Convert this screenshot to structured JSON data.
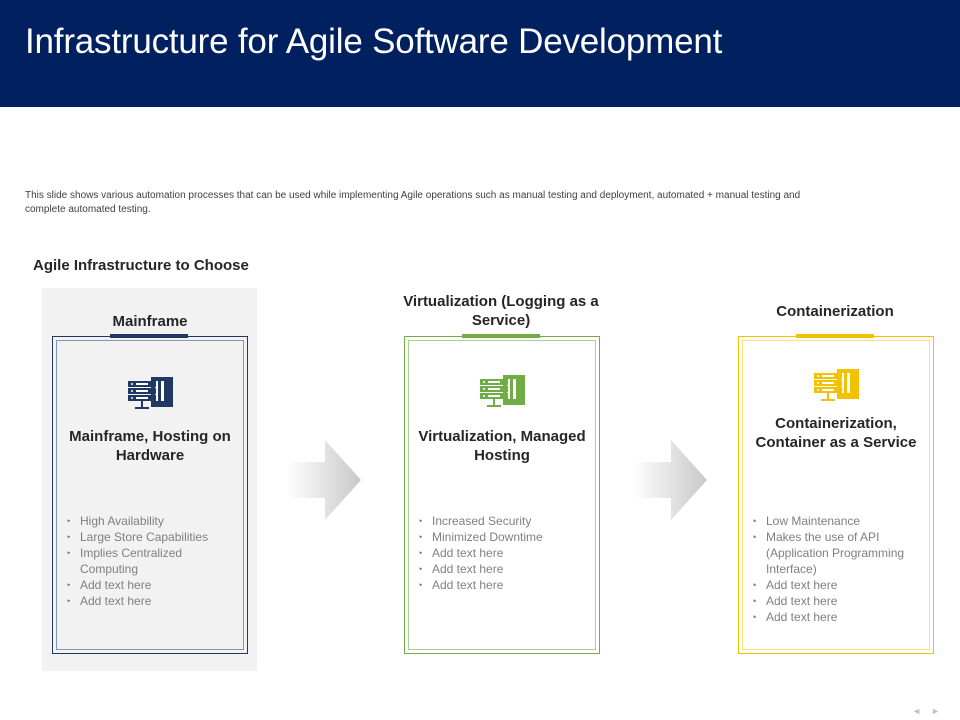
{
  "header": {
    "title": "Infrastructure for Agile Software Development"
  },
  "description": "This slide shows various automation processes that can be used while implementing  Agile operations such as manual testing and deployment, automated + manual testing and complete automated testing.",
  "section_title": "Agile Infrastructure to Choose",
  "columns": [
    {
      "heading": "Mainframe",
      "card_title": "Mainframe, Hosting on Hardware",
      "icon": "server-icon",
      "color": "#1f3864",
      "bullets": [
        "High Availability",
        "Large Store Capabilities",
        "Implies Centralized Computing",
        "Add text here",
        "Add text here"
      ]
    },
    {
      "heading": "Virtualization (Logging as a Service)",
      "card_title": "Virtualization, Managed Hosting",
      "icon": "server-icon",
      "color": "#70ad47",
      "bullets": [
        "Increased Security",
        "Minimized Downtime",
        "Add text here",
        "Add text here",
        "Add text here"
      ]
    },
    {
      "heading": "Containerization",
      "card_title": "Containerization, Container as a Service",
      "icon": "server-icon",
      "color": "#f2c200",
      "bullets": [
        "Low Maintenance",
        "Makes the use of API (Application Programming Interface)",
        "Add text here",
        "Add text here",
        "Add text here"
      ]
    }
  ],
  "nav": {
    "prev": "◄",
    "next": "►"
  }
}
